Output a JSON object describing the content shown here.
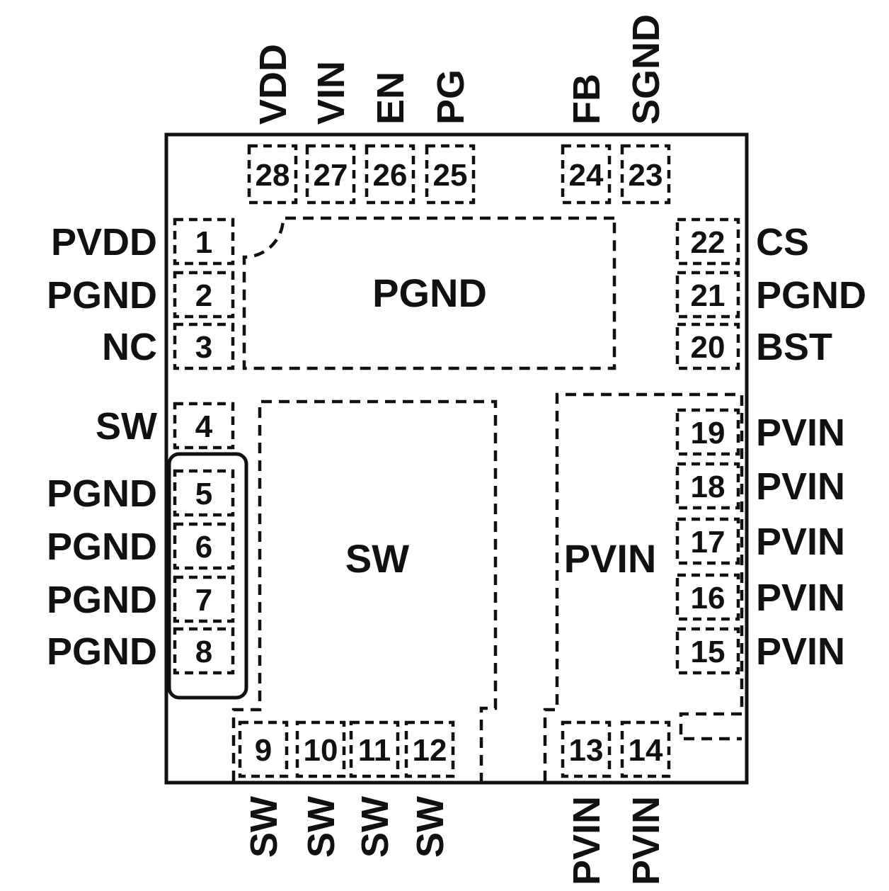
{
  "colors": {
    "background": "#ffffff",
    "line": "#111111"
  },
  "package": {
    "pads": {
      "pgnd": "PGND",
      "sw": "SW",
      "pvin": "PVIN"
    },
    "pins": {
      "top": [
        {
          "number": "28",
          "label": "VDD"
        },
        {
          "number": "27",
          "label": "VIN"
        },
        {
          "number": "26",
          "label": "EN"
        },
        {
          "number": "25",
          "label": "PG"
        },
        {
          "number": "24",
          "label": "FB"
        },
        {
          "number": "23",
          "label": "SGND"
        }
      ],
      "left": [
        {
          "number": "1",
          "label": "PVDD"
        },
        {
          "number": "2",
          "label": "PGND"
        },
        {
          "number": "3",
          "label": "NC"
        },
        {
          "number": "4",
          "label": "SW"
        },
        {
          "number": "5",
          "label": "PGND"
        },
        {
          "number": "6",
          "label": "PGND"
        },
        {
          "number": "7",
          "label": "PGND"
        },
        {
          "number": "8",
          "label": "PGND"
        }
      ],
      "right": [
        {
          "number": "22",
          "label": "CS"
        },
        {
          "number": "21",
          "label": "PGND"
        },
        {
          "number": "20",
          "label": "BST"
        },
        {
          "number": "19",
          "label": "PVIN"
        },
        {
          "number": "18",
          "label": "PVIN"
        },
        {
          "number": "17",
          "label": "PVIN"
        },
        {
          "number": "16",
          "label": "PVIN"
        },
        {
          "number": "15",
          "label": "PVIN"
        }
      ],
      "bottom": [
        {
          "number": "9",
          "label": "SW"
        },
        {
          "number": "10",
          "label": "SW"
        },
        {
          "number": "11",
          "label": "SW"
        },
        {
          "number": "12",
          "label": "SW"
        },
        {
          "number": "13",
          "label": "PVIN"
        },
        {
          "number": "14",
          "label": "PVIN"
        }
      ]
    }
  }
}
